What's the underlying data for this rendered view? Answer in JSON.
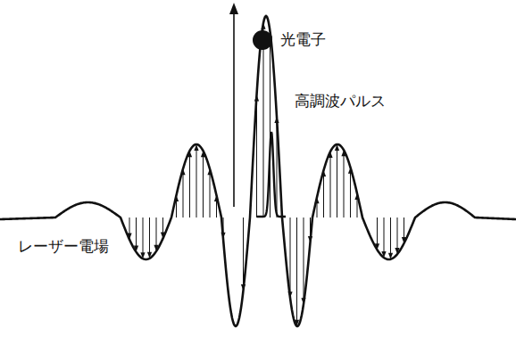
{
  "diagram": {
    "labels": [
      "光電子",
      "高調波パルス",
      "レーザー電場"
    ]
  }
}
